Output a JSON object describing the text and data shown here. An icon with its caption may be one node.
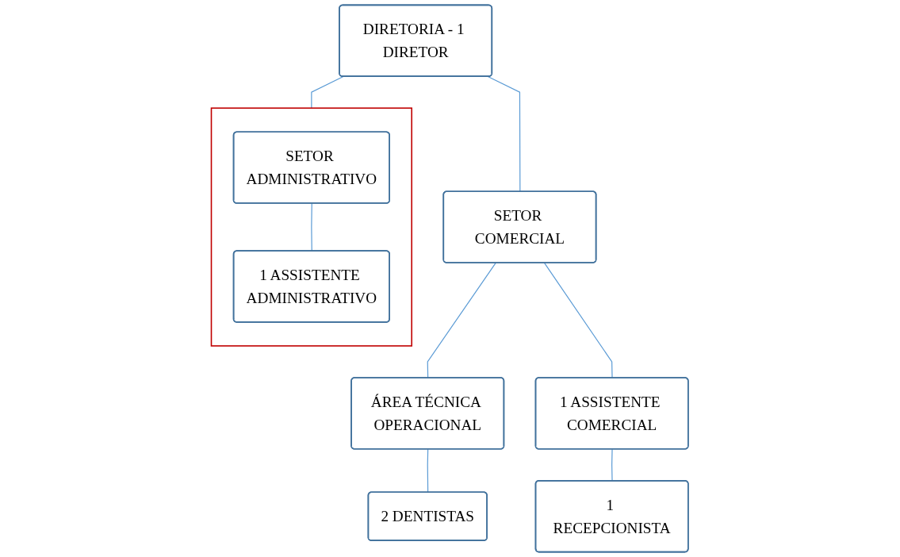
{
  "diagram": {
    "nodes": [
      {
        "text": [
          "DIRETORIA - 1 DIRETOR"
        ]
      },
      {
        "text": [],
        "shape": "box"
      },
      {
        "text": [
          "SETOR ADMINISTRATIVO"
        ],
        "in": 1
      },
      {
        "text": [
          "1 ASSISTENTE ADMINISTRATIVO"
        ],
        "in": 1
      },
      {
        "text": [
          "SETOR COMERCIAL"
        ]
      },
      {
        "text": [
          "ÁREA TÉCNICA OPERACIONAL"
        ]
      },
      {
        "text": [
          "1 ASSISTENTE COMERCIAL"
        ]
      },
      {
        "text": [
          "2 DENTISTAS"
        ]
      },
      {
        "text": [
          "1 RECEPCIONISTA"
        ]
      }
    ],
    "edges": [
      {
        "from": 0,
        "to": 1,
        "arrow": "none"
      },
      {
        "from": 2,
        "to": 3,
        "arrow": "none"
      },
      {
        "from": 0,
        "to": 4,
        "arrow": "none"
      },
      {
        "from": 4,
        "to": 5,
        "arrow": "none"
      },
      {
        "from": 4,
        "to": 6,
        "arrow": "none"
      },
      {
        "from": 5,
        "to": 7,
        "arrow": "none"
      },
      {
        "from": 6,
        "to": 8,
        "arrow": "none"
      }
    ]
  }
}
